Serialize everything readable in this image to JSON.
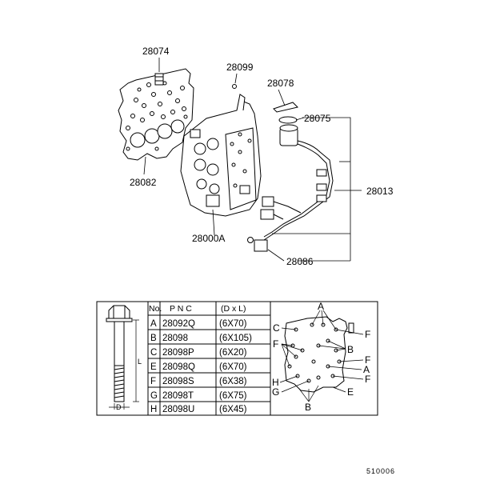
{
  "callouts": {
    "c28074": "28074",
    "c28099": "28099",
    "c28078": "28078",
    "c28075": "28075",
    "c28013": "28013",
    "c28082": "28082",
    "c28000A": "28000A",
    "c28086": "28086"
  },
  "table": {
    "headers": {
      "no": "No.",
      "pnc": "P N C",
      "size": "(D x L)"
    },
    "rows": [
      {
        "no": "A",
        "pnc": "28092Q",
        "size": "(6X70)"
      },
      {
        "no": "B",
        "pnc": "28098",
        "size": "(6X105)"
      },
      {
        "no": "C",
        "pnc": "28098P",
        "size": "(6X20)"
      },
      {
        "no": "E",
        "pnc": "28098Q",
        "size": "(6X70)"
      },
      {
        "no": "F",
        "pnc": "28098S",
        "size": "(6X38)"
      },
      {
        "no": "G",
        "pnc": "28098T",
        "size": "(6X75)"
      },
      {
        "no": "H",
        "pnc": "28098U",
        "size": "(6X45)"
      }
    ],
    "dims": {
      "d": "D",
      "l": "L"
    }
  },
  "bolt_map_letters": {
    "a_top": "A",
    "c": "C",
    "f_left": "F",
    "f_right_top": "F",
    "b_right": "B",
    "f_right_mid": "F",
    "a_right": "A",
    "f_right_bot": "F",
    "h": "H",
    "g": "G",
    "e": "E",
    "b_bottom": "B"
  },
  "footer": {
    "code": "510006"
  }
}
